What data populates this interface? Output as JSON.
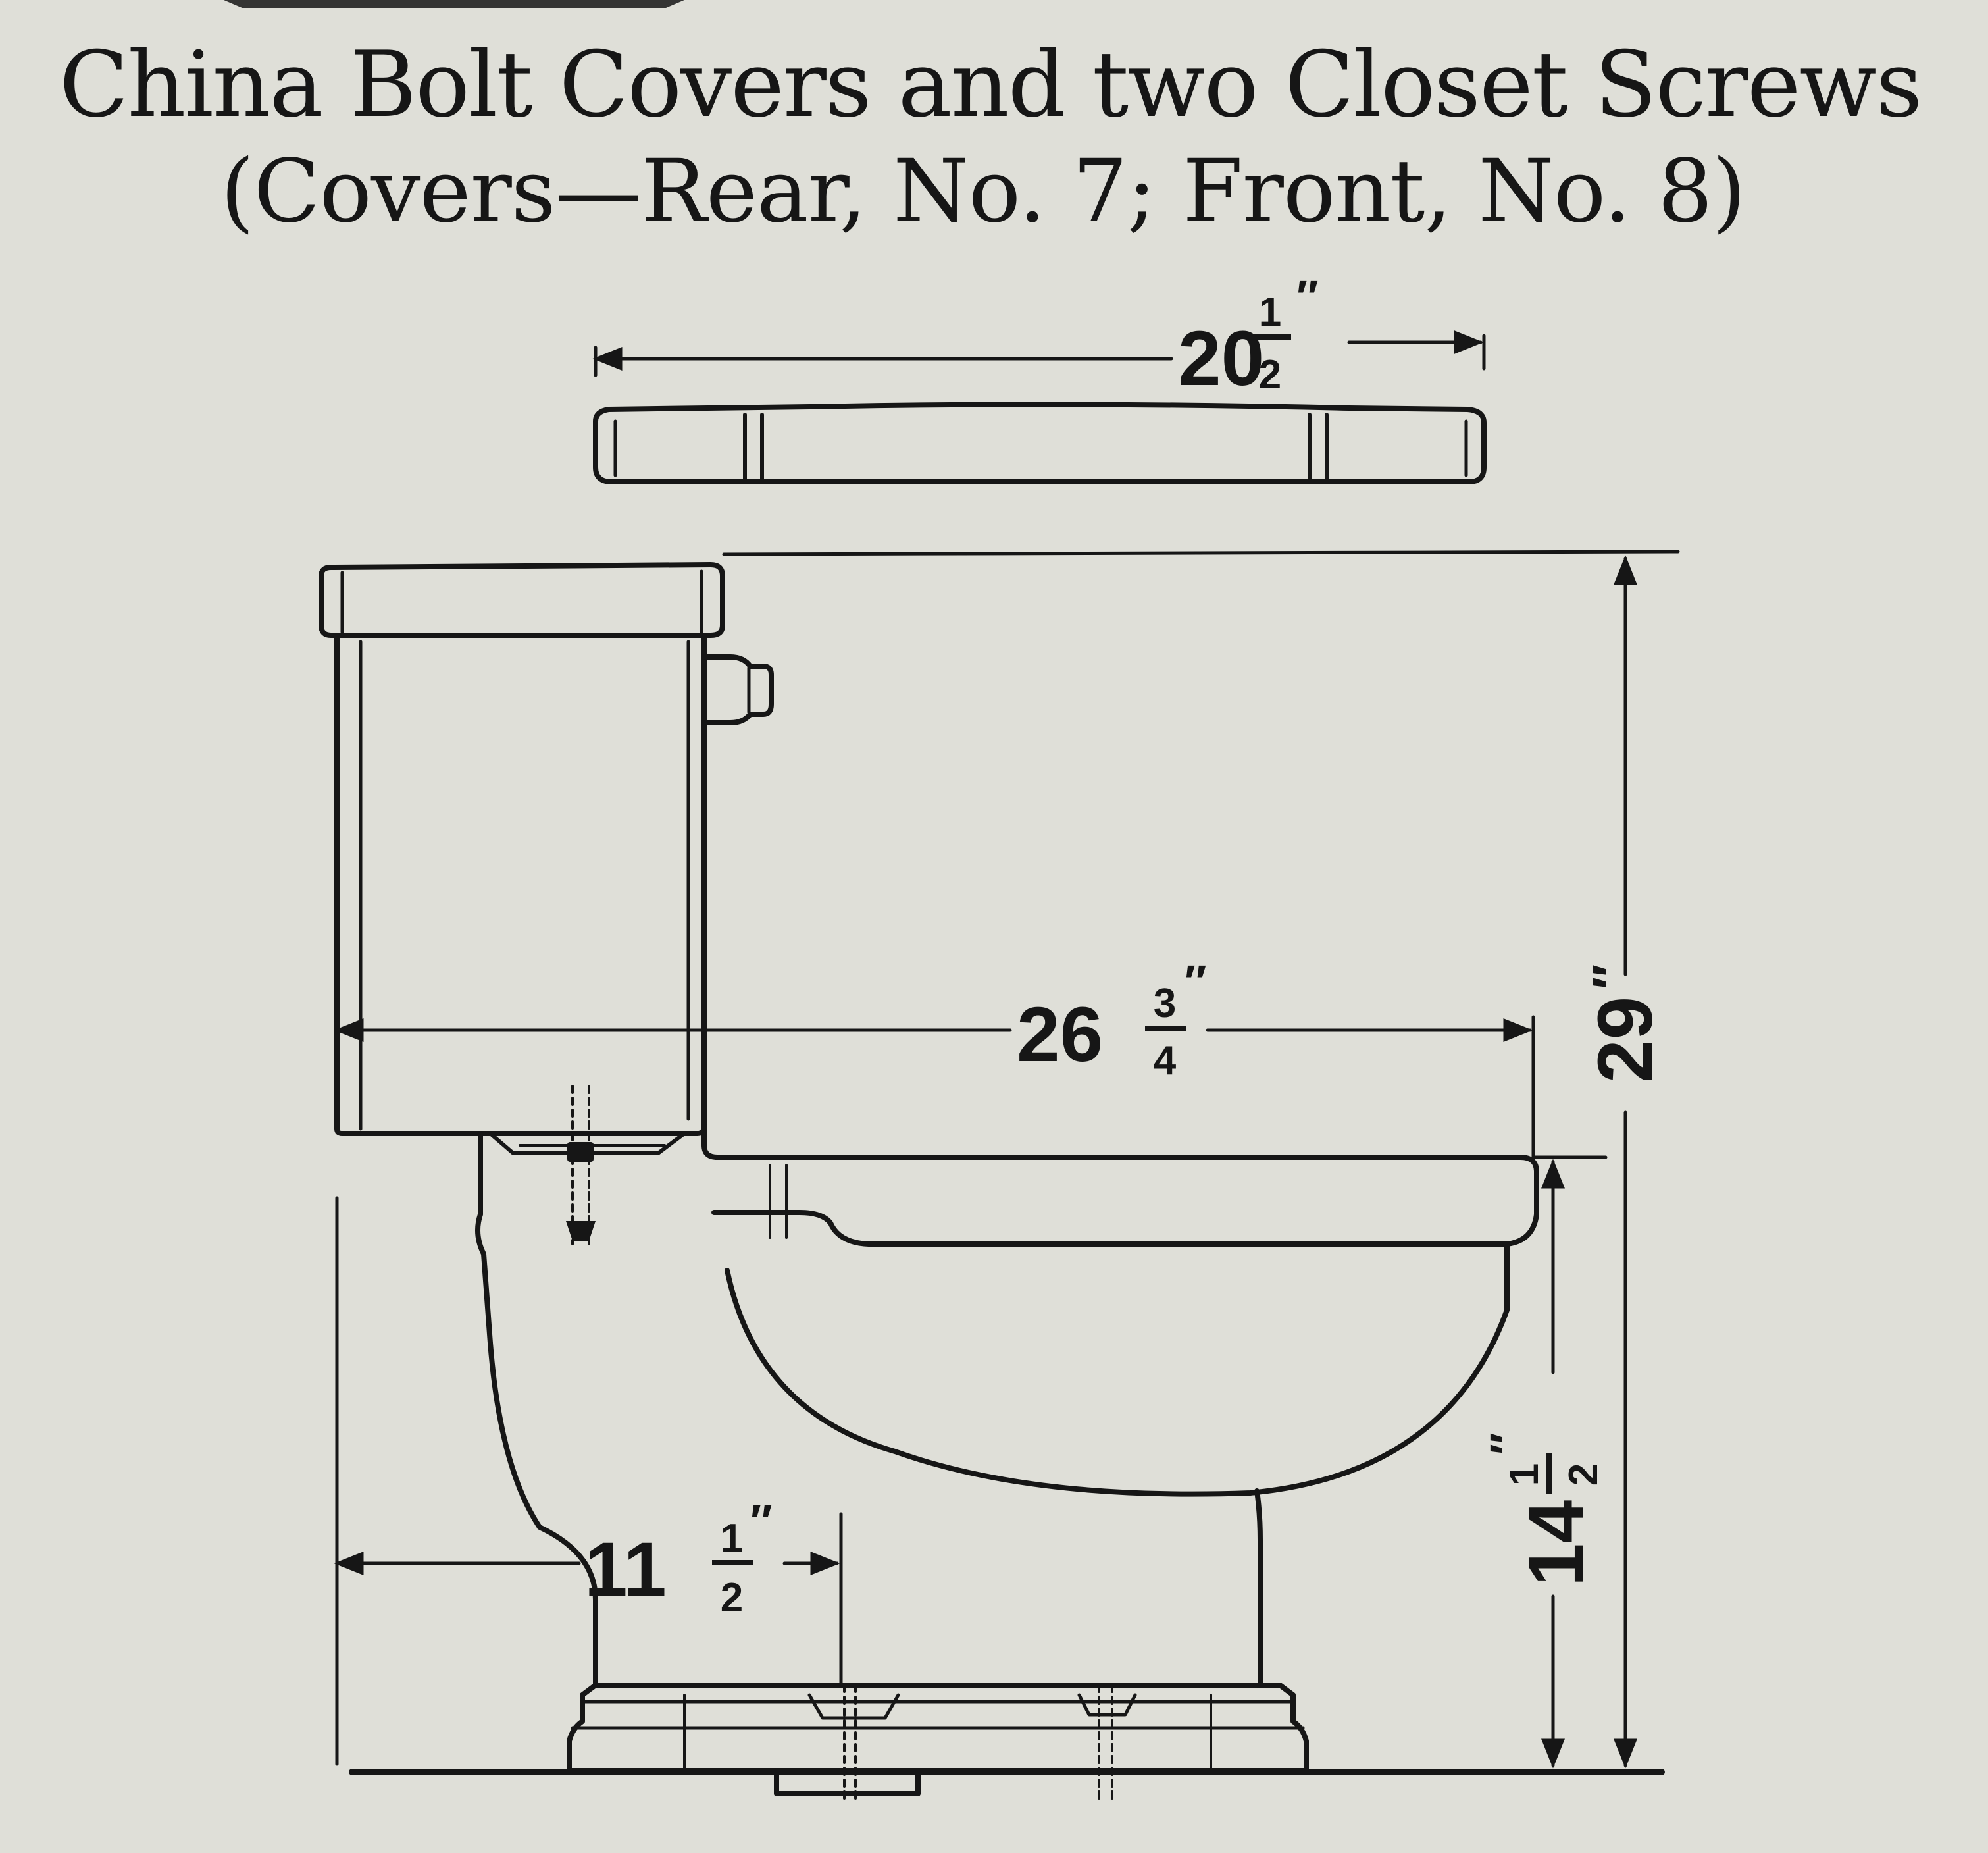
{
  "caption": {
    "line1": "China Bolt Covers and two Closet Screws",
    "line2": "(Covers—Rear, No. 7; Front, No. 8)"
  },
  "dimensions": {
    "tank_width": {
      "whole": "20",
      "num": "1",
      "den": "2",
      "unit": "″"
    },
    "overall_depth": {
      "whole": "26",
      "num": "3",
      "den": "4",
      "unit": "″"
    },
    "overall_height": {
      "whole": "29",
      "unit": "″"
    },
    "seat_height": {
      "whole": "14",
      "num": "1",
      "den": "2",
      "unit": "″"
    },
    "rough_in": {
      "whole": "11",
      "num": "1",
      "den": "2",
      "unit": "″"
    }
  },
  "colors": {
    "paper": "#dfdfd8",
    "ink": "#161616"
  }
}
